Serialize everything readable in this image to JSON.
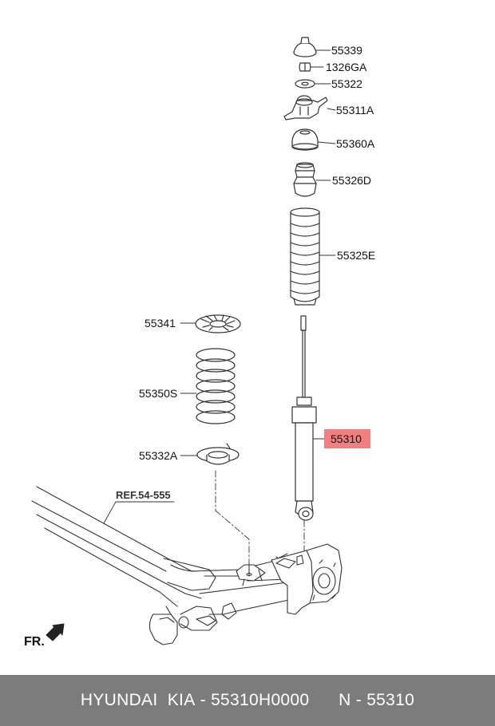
{
  "parts": [
    {
      "id": "55339",
      "label": "55339"
    },
    {
      "id": "1326GA",
      "label": "1326GA"
    },
    {
      "id": "55322",
      "label": "55322"
    },
    {
      "id": "55311A",
      "label": "55311A"
    },
    {
      "id": "55360A",
      "label": "55360A"
    },
    {
      "id": "55326D",
      "label": "55326D"
    },
    {
      "id": "55325E",
      "label": "55325E"
    },
    {
      "id": "55341",
      "label": "55341"
    },
    {
      "id": "55350S",
      "label": "55350S"
    },
    {
      "id": "55332A",
      "label": "55332A"
    },
    {
      "id": "55310",
      "label": "55310",
      "highlight_color": "#f08080"
    }
  ],
  "reference": "REF.54-555",
  "front_indicator": "FR.",
  "footer": {
    "brand": "HYUNDAI  KIA",
    "part_number": "55310H0000",
    "ref_number": "N - 55310"
  },
  "colors": {
    "footer_bg": "#7c7c7c",
    "highlight": "#f08080",
    "line": "#333333"
  }
}
